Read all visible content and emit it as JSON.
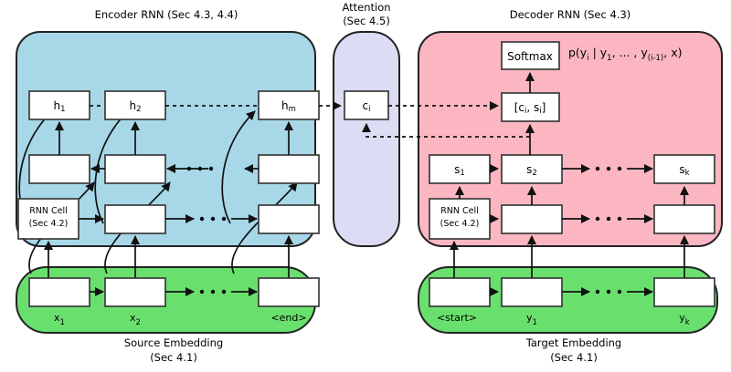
{
  "figure": {
    "title_encoder": "Encoder RNN (Sec 4.3, 4.4)",
    "title_attention_line1": "Attention",
    "title_attention_line2": "(Sec 4.5)",
    "title_decoder": "Decoder RNN (Sec 4.3)",
    "caption_source_line1": "Source Embedding",
    "caption_source_line2": "(Sec 4.1)",
    "caption_target_line1": "Target Embedding",
    "caption_target_line2": "(Sec 4.1)"
  },
  "colors": {
    "encoder_panel": "#a8d8e8",
    "attention_panel": "#dcdcf5",
    "decoder_panel": "#fbb6c2",
    "embedding_panel": "#69e06e",
    "box_fill": "#ffffff",
    "stroke": "#3b3b3b",
    "arrow": "#111111"
  },
  "encoder": {
    "hidden_states": [
      {
        "id": "h1",
        "label": "h",
        "sub": "1"
      },
      {
        "id": "h2",
        "label": "h",
        "sub": "2"
      },
      {
        "id": "hm",
        "label": "h",
        "sub": "m"
      }
    ],
    "backward_cells": [
      {
        "id": "enc-bwd-1",
        "label": ""
      },
      {
        "id": "enc-bwd-2",
        "label": ""
      },
      {
        "id": "enc-bwd-m",
        "label": ""
      }
    ],
    "forward_cells": [
      {
        "id": "enc-fwd-1",
        "label": "RNN Cell",
        "label2": "(Sec 4.2)"
      },
      {
        "id": "enc-fwd-2",
        "label": ""
      },
      {
        "id": "enc-fwd-m",
        "label": ""
      }
    ],
    "ellipsis": "· · ·"
  },
  "source_embedding": {
    "cells": [
      {
        "id": "src-emb-1",
        "token": "x",
        "sub": "1"
      },
      {
        "id": "src-emb-2",
        "token": "x",
        "sub": "2"
      },
      {
        "id": "src-emb-end",
        "token": "<end>",
        "sub": ""
      }
    ]
  },
  "attention": {
    "context_box": {
      "id": "c_i",
      "label": "c",
      "sub": "i"
    }
  },
  "decoder": {
    "softmax_box": {
      "id": "softmax",
      "label": "Softmax"
    },
    "concat_box": {
      "id": "concat",
      "label": "[c",
      "sub1": "i",
      "mid": ", s",
      "sub2": "i",
      "tail": "]"
    },
    "probability": {
      "p": "p(y",
      "p_sub": "i",
      "given": " | y",
      "y1_sub": "1",
      "comma_dots": ", ... , y",
      "yprev_sub": "(i-1)",
      "tail": ", x)"
    },
    "states": [
      {
        "id": "s1",
        "label": "s",
        "sub": "1"
      },
      {
        "id": "s2",
        "label": "s",
        "sub": "2"
      },
      {
        "id": "sk",
        "label": "s",
        "sub": "k"
      }
    ],
    "cells": [
      {
        "id": "dec-cell-1",
        "label": "RNN Cell",
        "label2": "(Sec 4.2)"
      },
      {
        "id": "dec-cell-2",
        "label": ""
      },
      {
        "id": "dec-cell-k",
        "label": ""
      }
    ],
    "ellipsis": "· · ·"
  },
  "target_embedding": {
    "cells": [
      {
        "id": "tgt-emb-start",
        "token": "<start>",
        "sub": ""
      },
      {
        "id": "tgt-emb-1",
        "token": "y",
        "sub": "1"
      },
      {
        "id": "tgt-emb-k",
        "token": "y",
        "sub": "k"
      }
    ]
  }
}
